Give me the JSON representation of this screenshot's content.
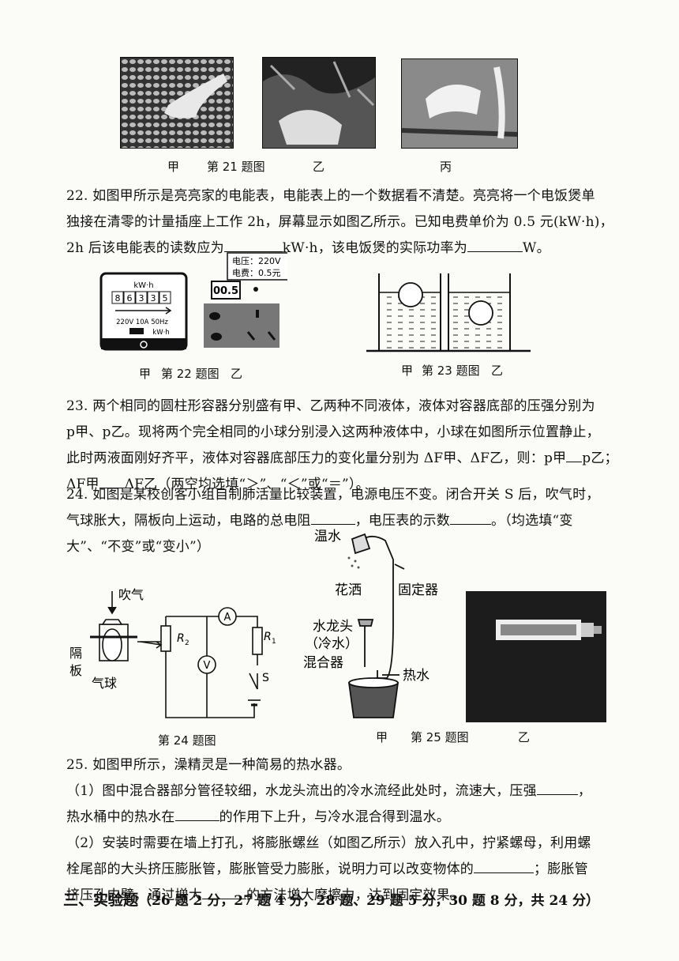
{
  "fig21": {
    "label_a": "甲",
    "title": "第 21 题图",
    "label_b": "乙",
    "label_c": "丙"
  },
  "q22": {
    "line1": "22. 如图甲所示是亮亮家的电能表，电能表上的一个数据看不清楚。亮亮将一个电饭煲单",
    "line2": "独接在清零的计量插座上工作 2h，屏幕显示如图乙所示。已知电费单价为 0.5 元(kW·h)，",
    "line3_a": "2h 后该电能表的读数应为",
    "line3_b": "kW·h，该电饭煲的实际功率为",
    "line3_c": "W。"
  },
  "fig22": {
    "meter_unit": "kW·h",
    "digits": [
      "8",
      "6",
      "3",
      "3",
      "5"
    ],
    "meter_spec": "220V 10A 50Hz",
    "meter_unit2": "kW·h",
    "socket_line1": "电压：220V",
    "socket_line2": "电费：0.5元",
    "socket_display": "00.5",
    "label_a": "甲",
    "title": "第 22 题图",
    "label_b": "乙"
  },
  "fig23": {
    "label_a": "甲",
    "title": "第 23 题图",
    "label_b": "乙"
  },
  "q23": {
    "line1": "23. 两个相同的圆柱形容器分别盛有甲、乙两种不同液体，液体对容器底部的压强分别为",
    "line2": "p甲、p乙。现将两个完全相同的小球分别浸入这两种液体中，小球在如图所示位置静止，",
    "line3_a": "此时两液面刚好齐平，液体对容器底部压力的变化量分别为 ΔF甲、ΔF乙，则：p甲",
    "line3_b": "p乙；",
    "line4_a": "ΔF甲",
    "line4_b": "ΔF乙（两空均选填“＞”、“＜”或“＝”）。"
  },
  "q24": {
    "line1": "24. 如图是某校创客小组自制肺活量比较装置，电源电压不变。闭合开关 S 后，吹气时，",
    "line2_a": "气球胀大，隔板向上运动，电路的总电阻",
    "line2_b": "，电压表的示数",
    "line2_c": "。（均选填“变",
    "line3": "大”、“不变”或“变小”）"
  },
  "fig24": {
    "blow": "吹气",
    "partition_1": "隔",
    "partition_2": "板",
    "balloon": "气球",
    "r2": "R",
    "r2_sub": "2",
    "r1": "R",
    "r1_sub": "1",
    "ammeter": "A",
    "voltmeter": "V",
    "switch": "S",
    "title": "第 24 题图"
  },
  "fig25": {
    "warm_water": "温水",
    "shower": "花洒",
    "fixer": "固定器",
    "faucet": "水龙头",
    "cold_water": "（冷水）",
    "mixer": "混合器",
    "hot_water": "热水",
    "label_a": "甲",
    "title": "第 25 题图",
    "label_b": "乙"
  },
  "q25": {
    "intro": "25. 如图甲所示，澡精灵是一种简易的热水器。",
    "p1_line1_a": "（1）图中混合器部分管径较细，水龙头流出的冷水流经此处时，流速大，压强",
    "p1_line1_b": "，",
    "p1_line2_a": "热水桶中的热水在",
    "p1_line2_b": "的作用下上升，与冷水混合得到温水。",
    "p2_line1": "（2）安装时需要在墙上打孔，将膨胀螺丝（如图乙所示）放入孔中，拧紧螺母，利用螺",
    "p2_line2_a": "栓尾部的大头挤压膨胀管，膨胀管受力膨胀，说明力可以改变物体的",
    "p2_line2_b": "；膨胀管",
    "p2_line3_a": "挤压孔内壁，通过增大",
    "p2_line3_b": "的方法增大摩擦力，达到固定效果。"
  },
  "section3": {
    "title": "三、实验题",
    "scoring": "（26 题 2 分，27 题 4 分，28 题、29 题 5 分，30 题 8 分，共 24 分）"
  }
}
